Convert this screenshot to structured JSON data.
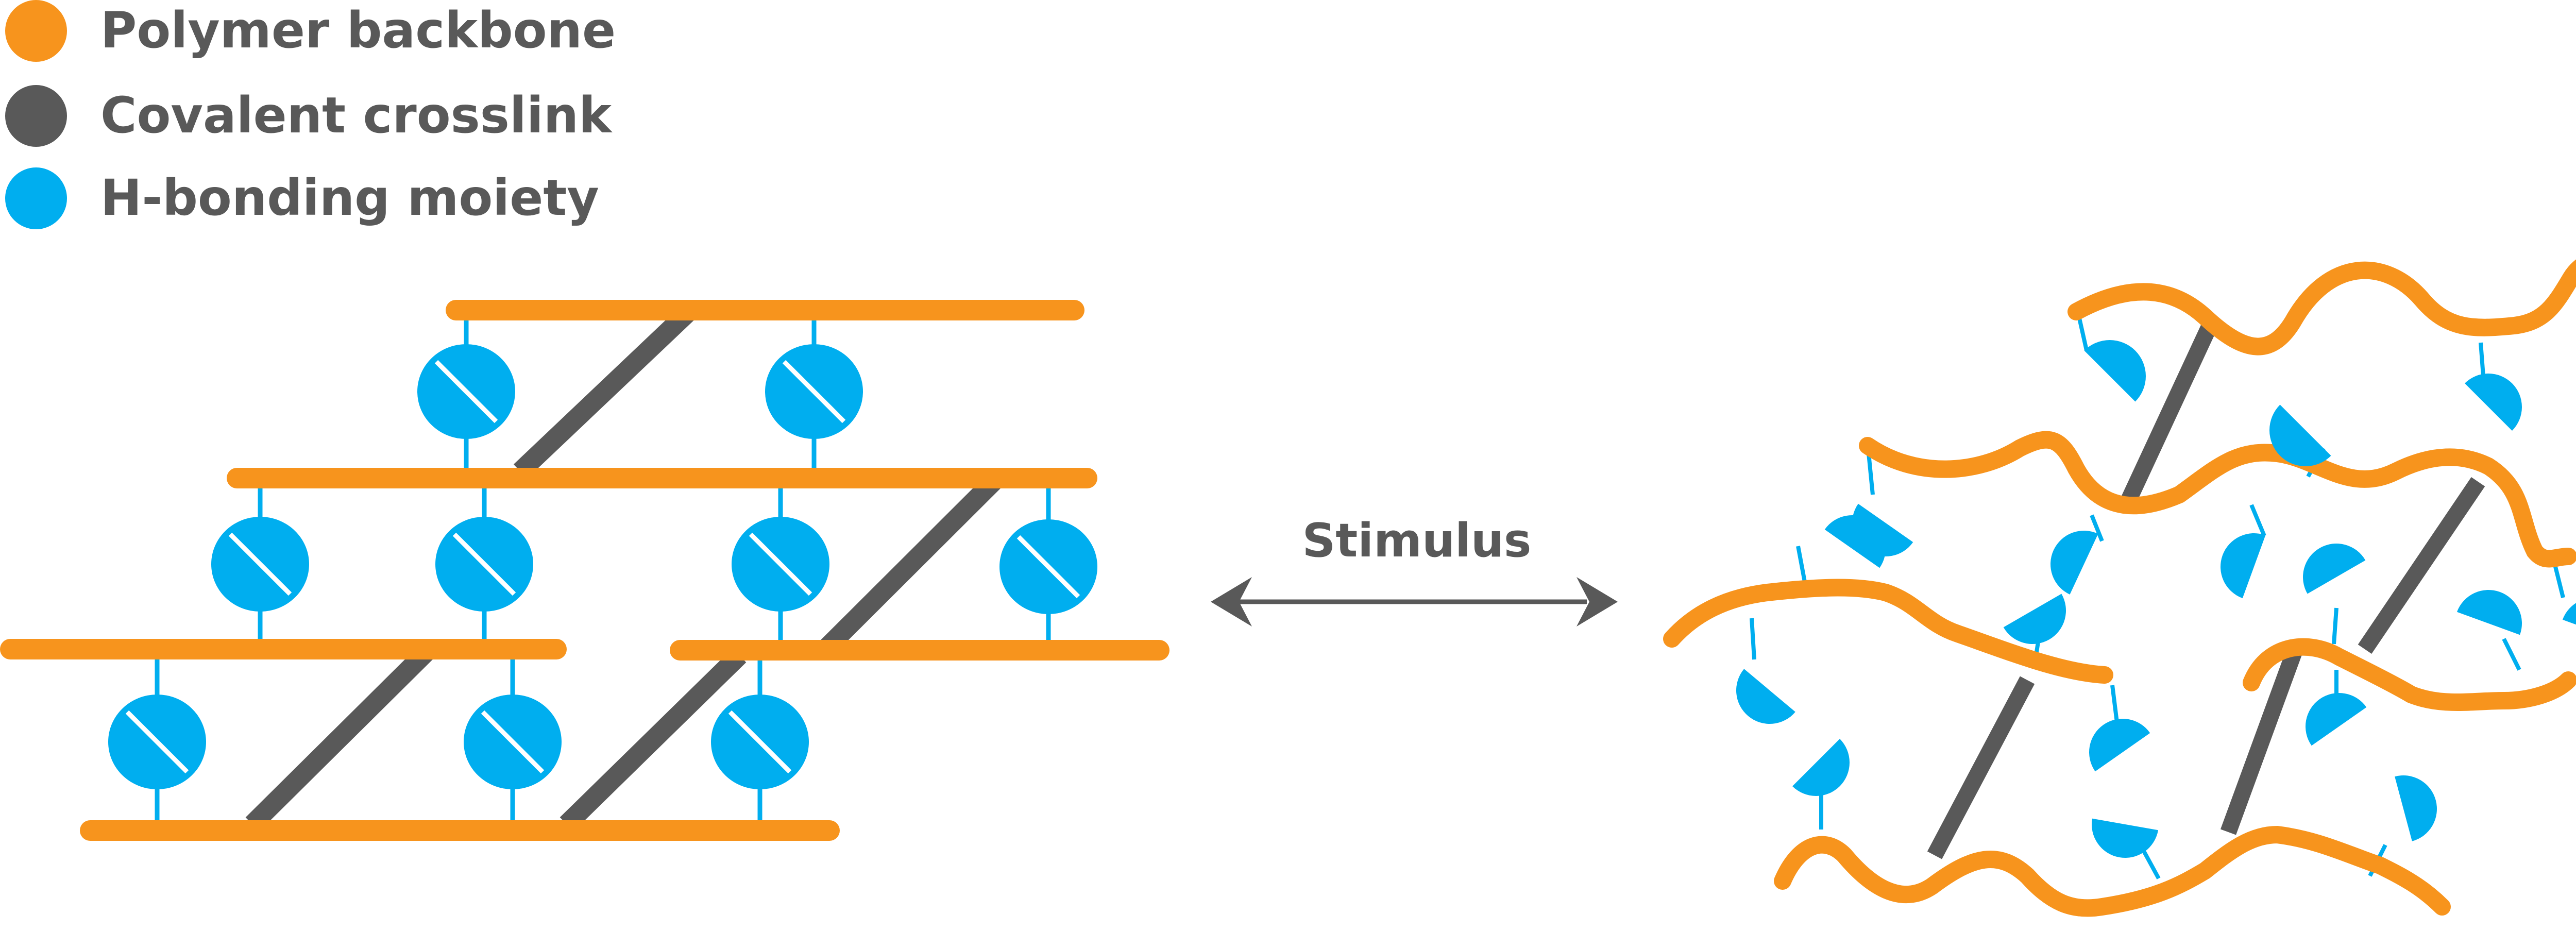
{
  "colors": {
    "backbone": "#f7941d",
    "crosslink": "#595959",
    "hbond": "#00aeef",
    "text": "#595959",
    "divider": "#ffffff"
  },
  "legend": [
    {
      "label": "Polymer backbone",
      "color_key": "backbone"
    },
    {
      "label": "Covalent crosslink",
      "color_key": "crosslink"
    },
    {
      "label": "H-bonding moiety",
      "color_key": "hbond"
    }
  ],
  "arrow": {
    "label": "Stimulus",
    "direction": "bidirectional"
  }
}
